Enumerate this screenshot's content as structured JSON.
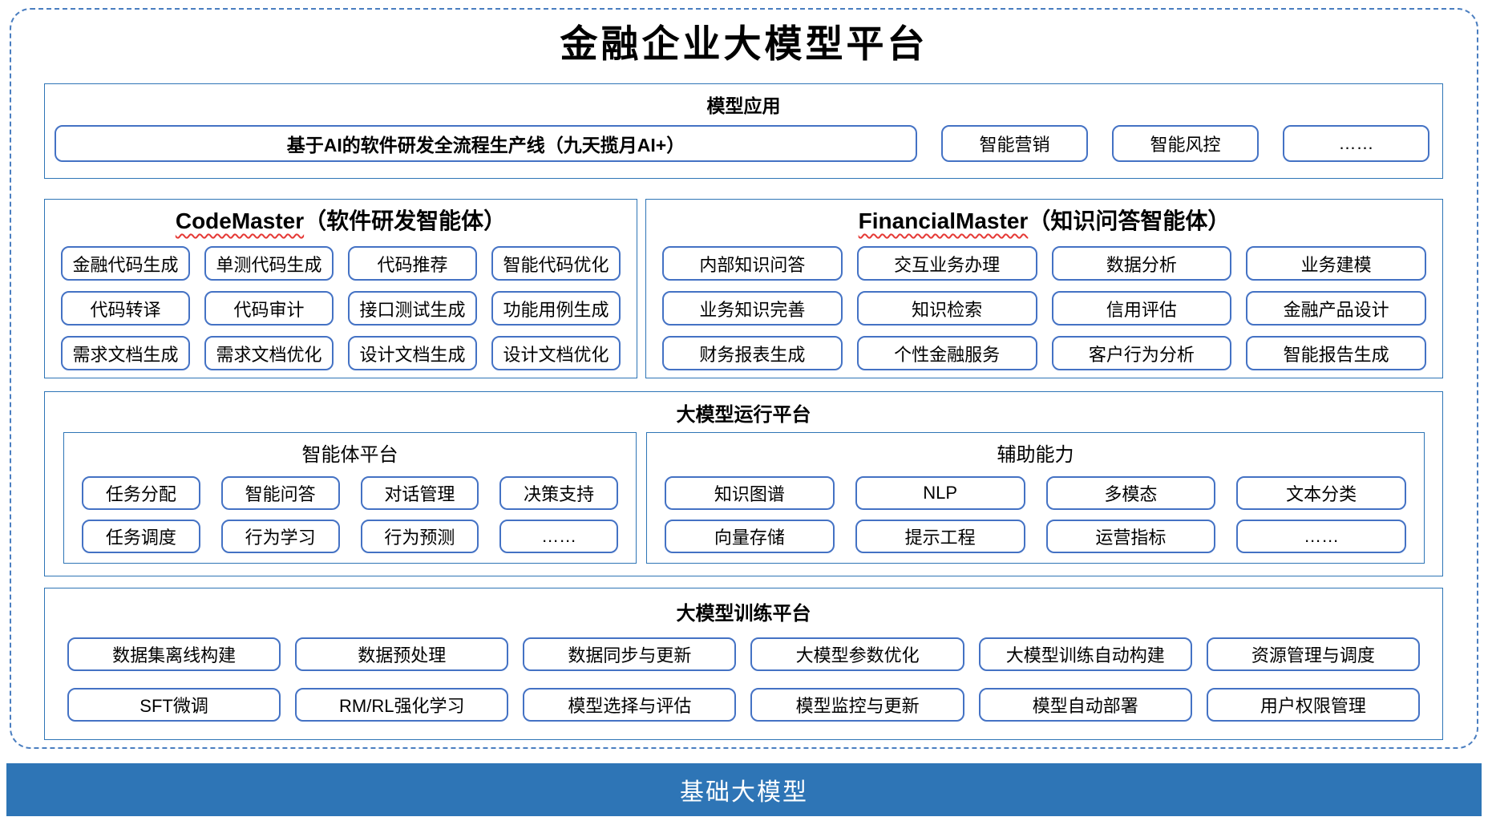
{
  "title": "金融企业大模型平台",
  "applications": {
    "header": "模型应用",
    "main_box": "基于AI的软件研发全流程生产线（九天揽月AI+）",
    "items": [
      "智能营销",
      "智能风控",
      "……"
    ]
  },
  "code_master": {
    "header_en": "CodeMaster",
    "header_zh": "（软件研发智能体）",
    "rows": [
      [
        "金融代码生成",
        "单测代码生成",
        "代码推荐",
        "智能代码优化"
      ],
      [
        "代码转译",
        "代码审计",
        "接口测试生成",
        "功能用例生成"
      ],
      [
        "需求文档生成",
        "需求文档优化",
        "设计文档生成",
        "设计文档优化"
      ]
    ]
  },
  "financial_master": {
    "header_en": "FinancialMaster",
    "header_zh": "（知识问答智能体）",
    "rows": [
      [
        "内部知识问答",
        "交互业务办理",
        "数据分析",
        "业务建模"
      ],
      [
        "业务知识完善",
        "知识检索",
        "信用评估",
        "金融产品设计"
      ],
      [
        "财务报表生成",
        "个性金融服务",
        "客户行为分析",
        "智能报告生成"
      ]
    ]
  },
  "runtime": {
    "header": "大模型运行平台",
    "agent_platform": {
      "title": "智能体平台",
      "rows": [
        [
          "任务分配",
          "智能问答",
          "对话管理",
          "决策支持"
        ],
        [
          "任务调度",
          "行为学习",
          "行为预测",
          "……"
        ]
      ]
    },
    "aux_ability": {
      "title": "辅助能力",
      "rows": [
        [
          "知识图谱",
          "NLP",
          "多模态",
          "文本分类"
        ],
        [
          "向量存储",
          "提示工程",
          "运营指标",
          "……"
        ]
      ]
    }
  },
  "training": {
    "header": "大模型训练平台",
    "rows": [
      [
        "数据集离线构建",
        "数据预处理",
        "数据同步与更新",
        "大模型参数优化",
        "大模型训练自动构建",
        "资源管理与调度"
      ],
      [
        "SFT微调",
        "RM/RL强化学习",
        "模型选择与评估",
        "模型监控与更新",
        "模型自动部署",
        "用户权限管理"
      ]
    ]
  },
  "foundation": {
    "label": "基础大模型"
  },
  "colors": {
    "section_border": "#2E75B6",
    "pill_border": "#4472C4",
    "dashed_border": "#4A7EC0",
    "foundation_bar": "#2E75B6",
    "squiggle": "#E53935",
    "foundation_text": "#FFFFFF"
  }
}
